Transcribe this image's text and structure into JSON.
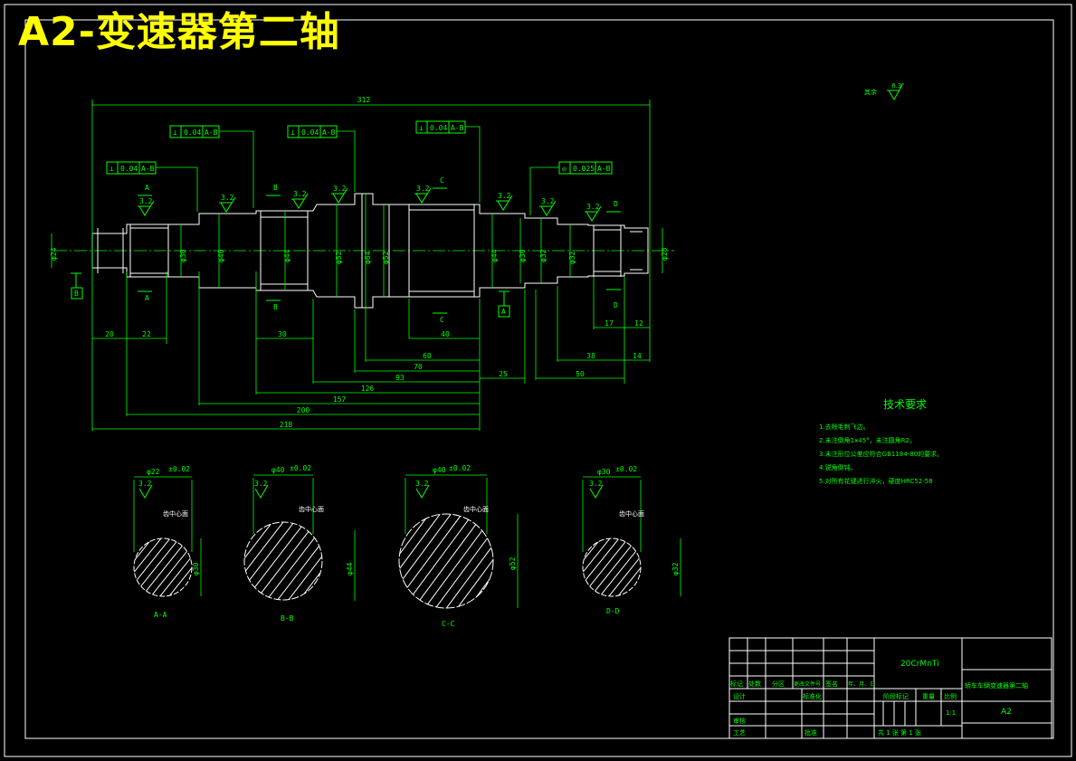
{
  "drawing": {
    "title": "A2-变速器第二轴",
    "rough_note": {
      "label": "其余",
      "value": "6.3"
    }
  },
  "tolerance_frames": [
    {
      "sym": "⊥",
      "val": "0.04",
      "ref": "A-B"
    },
    {
      "sym": "⊥",
      "val": "0.04",
      "ref": "A-B"
    },
    {
      "sym": "⊥",
      "val": "0.04",
      "ref": "A-B"
    },
    {
      "sym": "⊥",
      "val": "0.04",
      "ref": "A-B"
    },
    {
      "sym": "◎",
      "val": "0.025",
      "ref": "A-B"
    }
  ],
  "dimensions": {
    "overall_top": "312",
    "horizontal": [
      "20",
      "22",
      "30",
      "40",
      "60",
      "70",
      "93",
      "25",
      "126",
      "157",
      "200",
      "218",
      "17",
      "12",
      "38",
      "14",
      "50"
    ],
    "diameters": [
      "φ24",
      "φ30",
      "φ40",
      "φ44",
      "φ52",
      "φ64",
      "φ52",
      "φ44",
      "φ30",
      "φ32",
      "φ32",
      "φ28"
    ],
    "roughness": [
      "3.2",
      "3.2",
      "3.2",
      "3.2",
      "3.2",
      "3.2",
      "3.2",
      "3.2",
      "3.2"
    ],
    "section_labels": [
      "A",
      "A",
      "B",
      "B",
      "C",
      "C",
      "D",
      "D"
    ],
    "datums": [
      "B",
      "A"
    ]
  },
  "sections": [
    {
      "name": "A-A",
      "dia": "φ30",
      "top": "φ22",
      "tol": "±0.02",
      "dim_tag": "齿中心面"
    },
    {
      "name": "B-B",
      "dia": "φ44",
      "top": "φ40",
      "tol": "±0.02",
      "dim_tag": "齿中心面"
    },
    {
      "name": "C-C",
      "dia": "φ52",
      "top": "φ40",
      "tol": "±0.02",
      "dim_tag": "齿中心面"
    },
    {
      "name": "D-D",
      "dia": "φ32",
      "top": "φ30",
      "tol": "±0.02",
      "dim_tag": "齿中心面"
    }
  ],
  "tech_requirements": {
    "heading": "技术要求",
    "items": [
      "1.去除毛刺飞边。",
      "2.未注倒角1x45°，未注圆角R2。",
      "3.未注形位公差应符合GB1184-80的要求。",
      "4.锐角倒钝。",
      "5.对所有花键进行淬火，硬度HRC52-58"
    ]
  },
  "title_block": {
    "material": "20CrMnTi",
    "drawing_name": "轿车车辆变速器第二轴",
    "drawing_no": "A2",
    "scale_label": "比例",
    "scale": "1:1",
    "row_labels": [
      "标记",
      "处数",
      "分区",
      "更改文件号",
      "签名",
      "年、月、日"
    ],
    "design": "设计",
    "standard": "标准化",
    "review": "审核",
    "process": "工艺",
    "approve": "批准",
    "stage_mark": "阶段标记",
    "weight": "重量",
    "sheets": "共 1 张 第 1 张"
  }
}
